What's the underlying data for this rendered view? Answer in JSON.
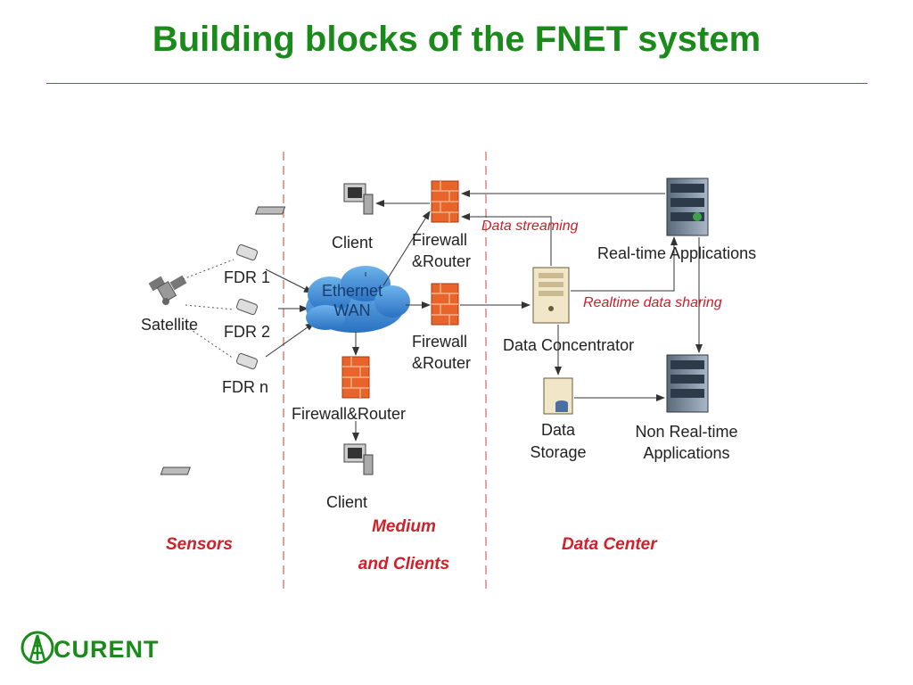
{
  "slide": {
    "title": "Building blocks of the FNET system"
  },
  "diagram": {
    "sections": {
      "sensors": "Sensors",
      "medium_line1": "Medium",
      "medium_line2": "and Clients",
      "data_center": "Data Center"
    },
    "nodes": {
      "satellite": "Satellite",
      "fdr1": "FDR 1",
      "fdr2": "FDR 2",
      "fdrn": "FDR n",
      "ethernet_line1": "Ethernet",
      "ethernet_line2": "WAN",
      "client_top": "Client",
      "firewall_top_line1": "Firewall",
      "firewall_top_line2": "&Router",
      "firewall_mid_line1": "Firewall",
      "firewall_mid_line2": "&Router",
      "firewall_bottom": "Firewall&Router",
      "client_bottom": "Client",
      "data_concentrator": "Data Concentrator",
      "data_storage_line1": "Data",
      "data_storage_line2": "Storage",
      "realtime_apps": "Real-time Applications",
      "nonrealtime_line1": "Non Real-time",
      "nonrealtime_line2": "Applications"
    },
    "edge_labels": {
      "data_streaming": "Data streaming",
      "realtime_sharing": "Realtime data sharing"
    }
  },
  "logo": {
    "text": "CURENT"
  },
  "colors": {
    "title_green": "#1a8a1a",
    "section_red": "#d0202a",
    "firewall_orange": "#e8642a",
    "cloud_blue": "#3f8fd8"
  }
}
